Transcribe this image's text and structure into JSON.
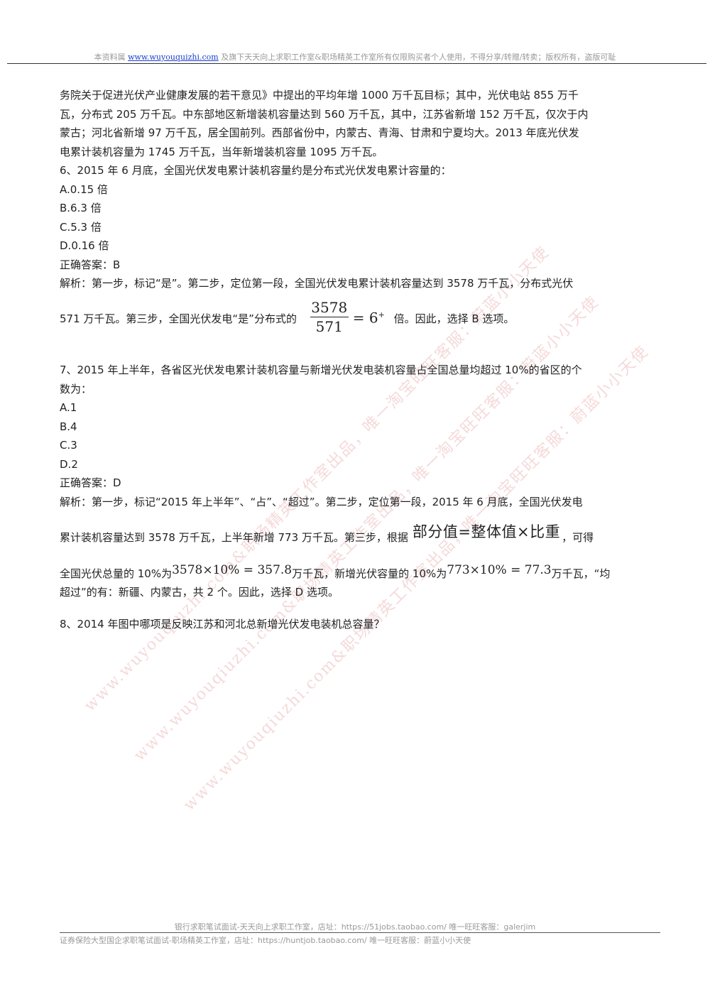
{
  "header": {
    "prefix": "本资料属",
    "link": "www.wuyouquizhi.com",
    "suffix": "及旗下天天向上求职工作室&职场精英工作室所有仅限购买者个人使用，不得分享/转赠/转卖；版权所有，盗版可耻"
  },
  "intro": [
    "务院关于促进光伏产业健康发展的若干意见》中提出的平均年增 1000 万千瓦目标；其中，光伏电站 855 万千",
    "瓦，分布式 205 万千瓦。中东部地区新增装机容量达到 560 万千瓦，其中，江苏省新增 152 万千瓦，仅次于内",
    "蒙古；河北省新增 97 万千瓦，居全国前列。西部省份中，内蒙古、青海、甘肃和宁夏均大。2013 年底光伏发",
    "电累计装机容量为 1745 万千瓦，当年新增装机容量 1095 万千瓦。"
  ],
  "q6": {
    "question": "6、2015 年 6 月底，全国光伏发电累计装机容量约是分布式光伏发电累计容量的：",
    "options": [
      "A.0.15 倍",
      "B.6.3 倍",
      "C.5.3 倍",
      "D.0.16 倍"
    ],
    "answer": "正确答案：B",
    "analysis1": "解析：第一步，标记“是”。第二步，定位第一段，全国光伏发电累计装机容量达到 3578 万千瓦，分布式光伏",
    "analysis2_pre": "571 万千瓦。第三步，全国光伏发电“是”分布式的",
    "frac_num": "3578",
    "frac_den": "571",
    "frac_rhs": "= 6",
    "frac_sup": "+",
    "analysis2_post": "倍。因此，选择 B 选项。"
  },
  "q7": {
    "question1": "7、2015 年上半年，各省区光伏发电累计装机容量与新增光伏发电装机容量占全国总量均超过 10%的省区的个",
    "question2": "数为：",
    "options": [
      "A.1",
      "B.4",
      "C.3",
      "D.2"
    ],
    "answer": "正确答案：D",
    "analysis1": "解析：第一步，标记“2015 年上半年”、“占”、“超过”。第二步，定位第一段，2015 年 6 月底，全国光伏发电",
    "analysis2_pre": "累计装机容量达到 3578 万千瓦，上半年新增 773 万千瓦。第三步，根据",
    "formula": "部分值=整体值×比重",
    "analysis2_post": "，可得",
    "analysis3_a": "全国光伏总量的 10%为",
    "eq1": "3578×10% = 357.8",
    "analysis3_b": "万千瓦，新增光伏容量的 10%为",
    "eq2": "773×10% = 77.3",
    "analysis3_c": "万千瓦，“均",
    "analysis4": "超过”的有：新疆、内蒙古，共 2 个。因此，选择 D 选项。"
  },
  "q8": {
    "question": "8、2014 年图中哪项是反映江苏和河北总新增光伏发电装机总容量？"
  },
  "footer": {
    "line1": "银行求职笔试面试-天天向上求职工作室，店址：https://51jobs.taobao.com/  唯一旺旺客服：galerjim",
    "line2": "证券保险大型国企求职笔试面试-职场精英工作室，店址：https://huntjob.taobao.com/  唯一旺旺客服：蔚蓝小小天使"
  },
  "watermarks": [
    "www.wuyouqiuzhi.com&职场精英工作室出品，唯一淘宝旺旺客服：蔚蓝小小天使",
    "www.wuyouqiuzhi.com&职场精英工作室出品，唯一淘宝旺旺客服：蔚蓝小小天使",
    "www.wuyouqiuzhi.com&职场精英工作室出品，唯一淘宝旺旺客服：蔚蓝小小天使"
  ]
}
